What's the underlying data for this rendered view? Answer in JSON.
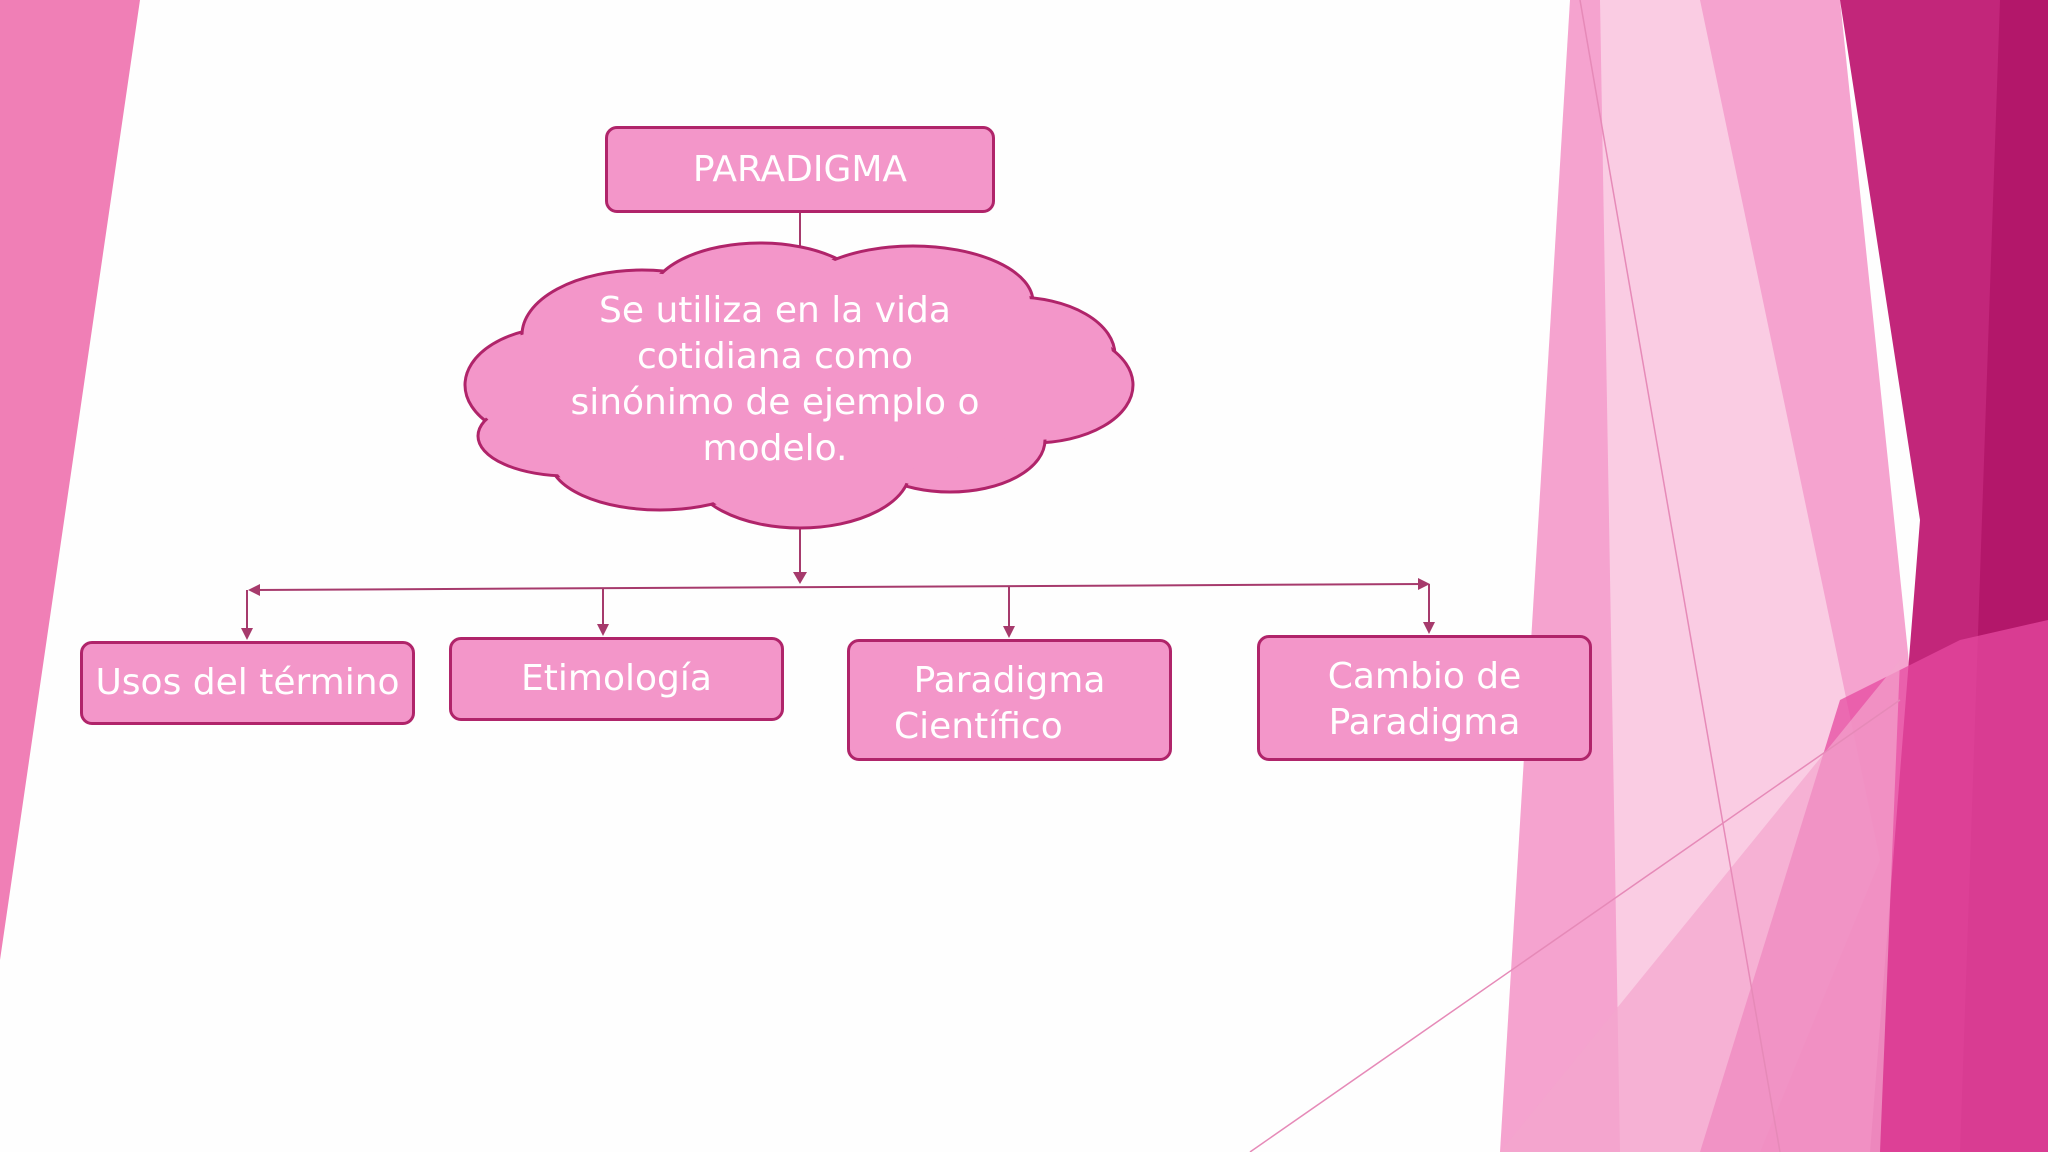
{
  "slide": {
    "root": "PARADIGMA",
    "cloud_text": "Se utiliza en la vida cotidiana como sinónimo de ejemplo o modelo.",
    "branches": {
      "usos": "Usos del término",
      "etimologia": "Etimología",
      "cientifico_line1": "Paradigma",
      "cientifico_line2": "Científico",
      "cambio_line1": "Cambio de",
      "cambio_line2": "Paradigma"
    }
  },
  "colors": {
    "box_fill": "#f396c9",
    "border": "#b0246a",
    "deep_magenta": "#b8196b",
    "pink_light": "#f5a6cf",
    "text": "#ffffff"
  }
}
